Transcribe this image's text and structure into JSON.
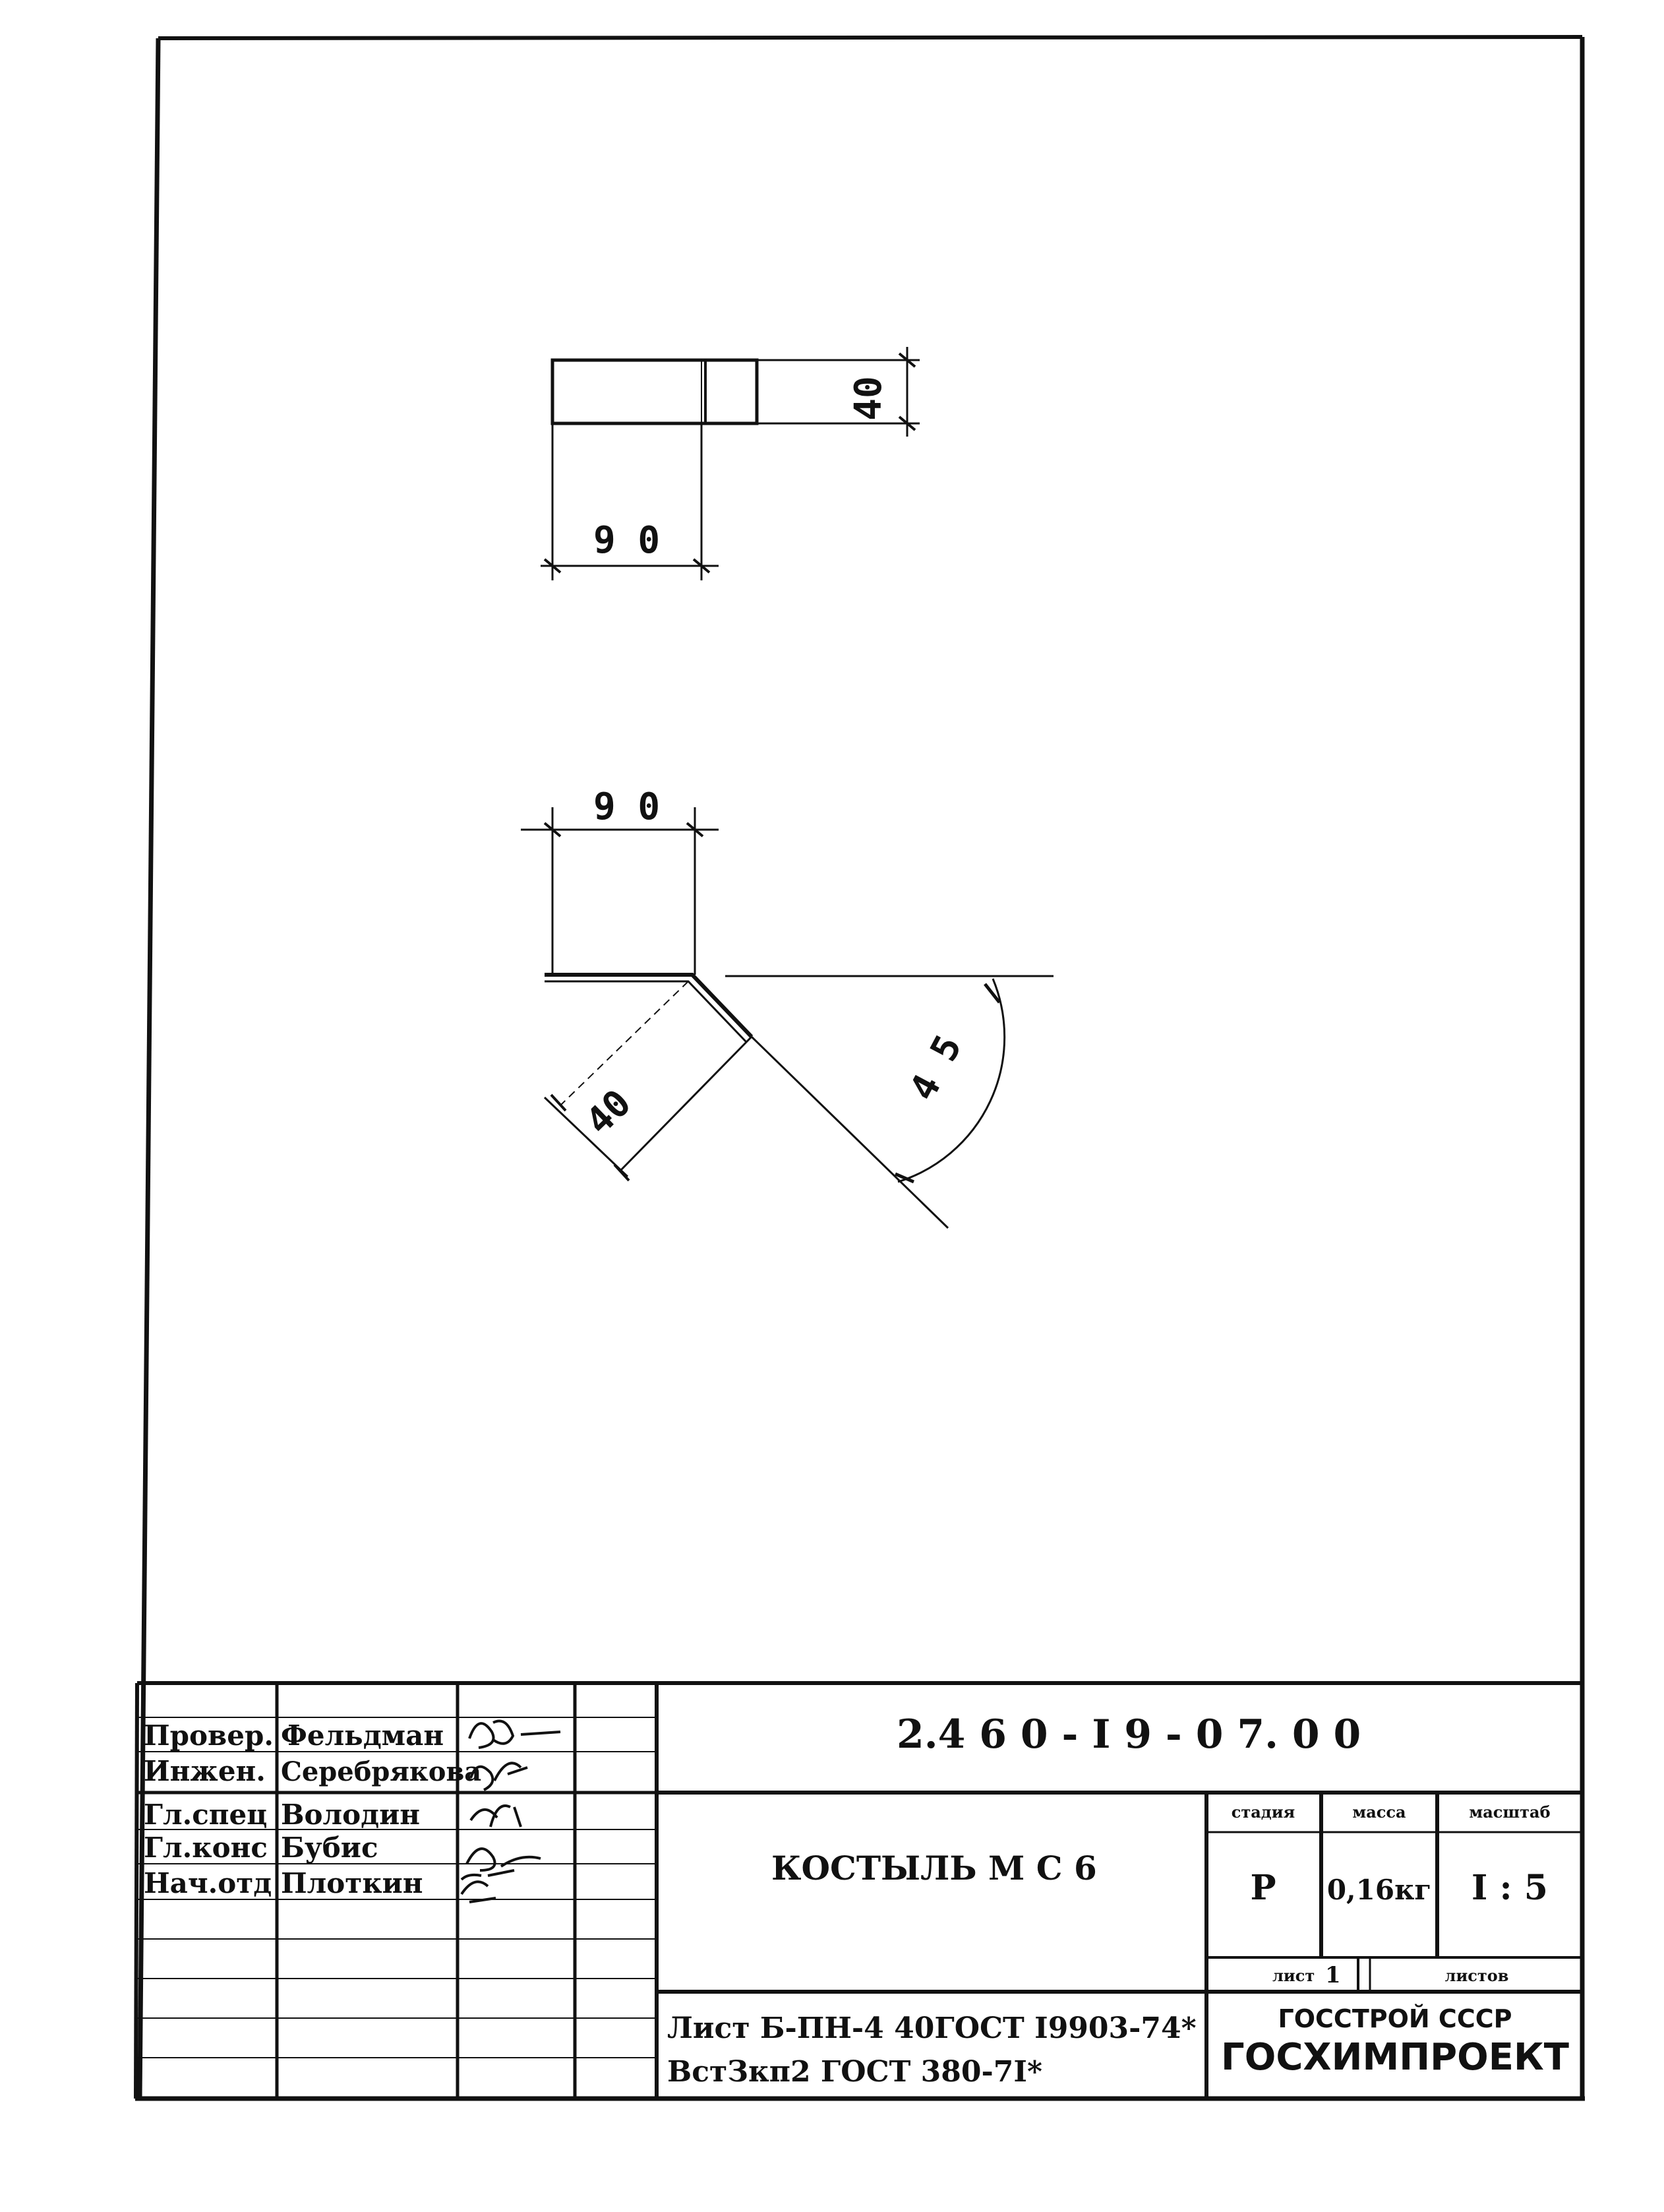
{
  "drawing": {
    "view_top": {
      "dim_length": "9 0",
      "dim_height": "40"
    },
    "view_bottom": {
      "dim_length": "9 0",
      "dim_leg": "40",
      "dim_angle": "4 5"
    }
  },
  "title_block": {
    "document_code": "2.4 6 0 - I 9 -   0 7. 0 0",
    "part_name": "КОСТЫЛЬ  М С  6",
    "staff": [
      {
        "role": "Провер.",
        "name": "Фельдман"
      },
      {
        "role": "Инжен.",
        "name": "Серебрякова"
      },
      {
        "role": "Гл.спец",
        "name": "Володин"
      },
      {
        "role": "Гл.конс",
        "name": "Бубис"
      },
      {
        "role": "Нач.отд",
        "name": "Плоткин"
      }
    ],
    "headers": {
      "stage": "стадия",
      "mass": "масса",
      "scale": "масштаб",
      "sheet": "лист",
      "sheets": "листов"
    },
    "values": {
      "stage": "Р",
      "mass": "0,16кг",
      "scale": "I : 5",
      "sheet": "1",
      "sheets": ""
    },
    "material_line1": "Лист Б-ПН-4 40ГОСТ I9903-74*",
    "material_line2": "ВстЗкп2 ГОСТ  380-7I*",
    "org_line1": "ГОССТРОЙ СССР",
    "org_line2": "ГОСХИМПРОЕКТ"
  }
}
